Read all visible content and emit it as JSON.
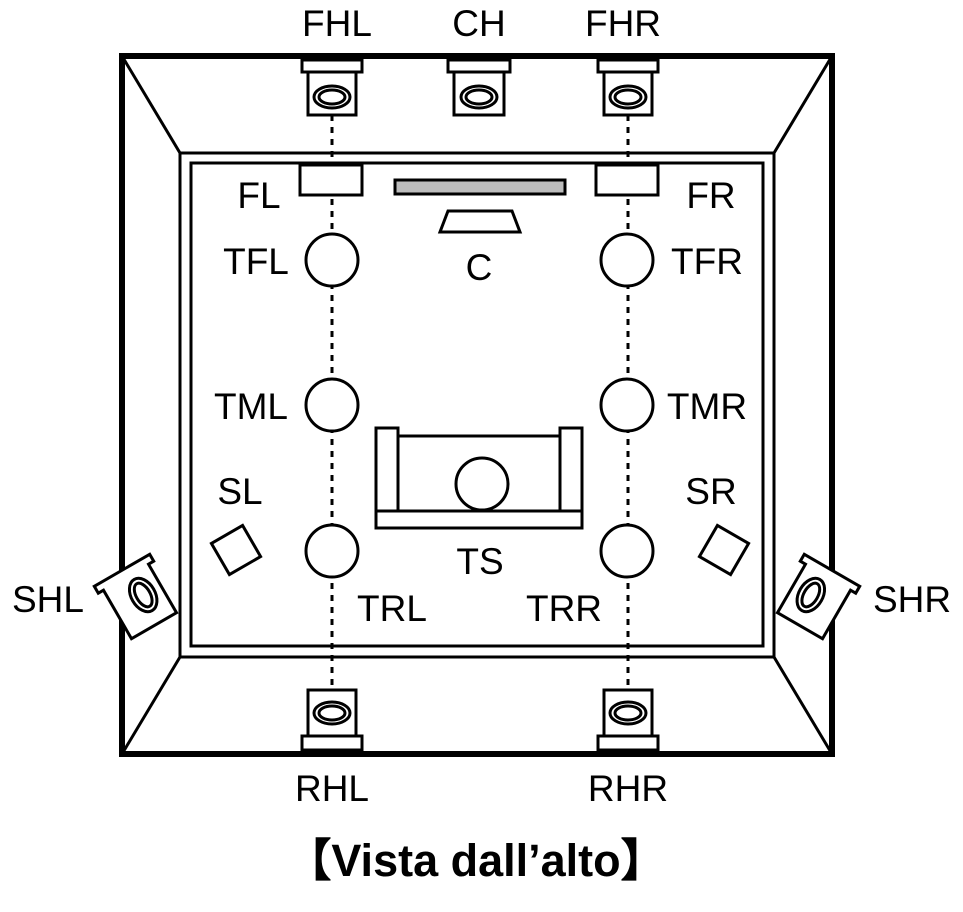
{
  "caption": "【Vista dall’alto】",
  "labels": {
    "FHL": "FHL",
    "CH": "CH",
    "FHR": "FHR",
    "FL": "FL",
    "FR": "FR",
    "C": "C",
    "TFL": "TFL",
    "TFR": "TFR",
    "TML": "TML",
    "TMR": "TMR",
    "SL": "SL",
    "SR": "SR",
    "TRL": "TRL",
    "TRR": "TRR",
    "TS": "TS",
    "SHL": "SHL",
    "SHR": "SHR",
    "RHL": "RHL",
    "RHR": "RHR"
  },
  "colors": {
    "line": "#000000",
    "tv": "#bdbdbd",
    "background": "#ffffff"
  }
}
